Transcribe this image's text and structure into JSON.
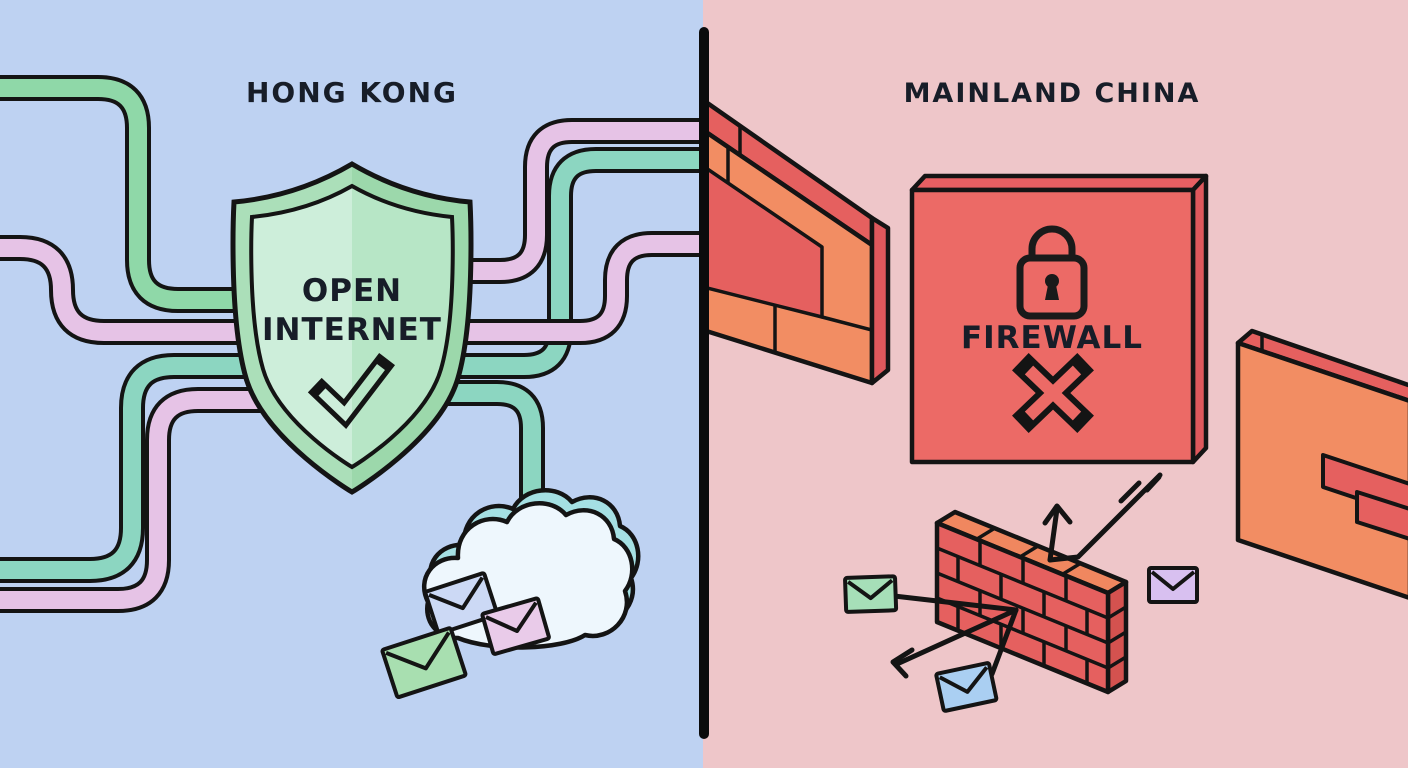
{
  "left_panel": {
    "title": "HONG KONG",
    "shield_label_line1": "OPEN",
    "shield_label_line2": "INTERNET",
    "description": "Green shield with checkmark, open network pipes flowing freely, cloud raining envelopes"
  },
  "right_panel": {
    "title": "MAINLAND CHINA",
    "firewall_label": "FIREWALL",
    "description": "Red firewall block with padlock and X, brick walls, arrows and envelopes deflected"
  },
  "colors": {
    "bg-left": "#bed2f2",
    "bg-right": "#eec6c9",
    "divider": "#0b0b0c",
    "outline": "#16161a",
    "text": "#171d28",
    "pipe-green": "#8fd8a8",
    "pipe-teal": "#8cd6c1",
    "pipe-pink": "#e6c3e6",
    "shield-outer-left": "#abdfb9",
    "shield-outer-right": "#9cd8ab",
    "shield-inner-left": "#cdeeda",
    "shield-inner-right": "#b7e6c6",
    "firewall-face": "#ec6a66",
    "firewall-top": "#e75f62",
    "firewall-side": "#de585c",
    "wall-orange": "#f28d63",
    "wall-brick-red": "#e5605f",
    "wall-side-dark": "#d4524f",
    "wall-top-orange": "#f0875f",
    "cloud-white": "#eef7fd",
    "cloud-teal": "#a5e0e3",
    "envelope-blue": "#ccd9f5",
    "envelope-pink": "#e9cbe9",
    "envelope-green": "#a8dfb0",
    "envelope-purple": "#d8c0f0",
    "envelope-lightblue": "#aacff2"
  },
  "icons": {
    "shield": "shield outline shape",
    "checkmark": "hollow check mark",
    "lock": "padlock outline",
    "blocked": "hollow X cross",
    "cloud": "cloud with 3d edge",
    "envelope": "mail envelope",
    "brick-wall": "isometric brick wall",
    "arrow": "deflected arrow lines"
  }
}
